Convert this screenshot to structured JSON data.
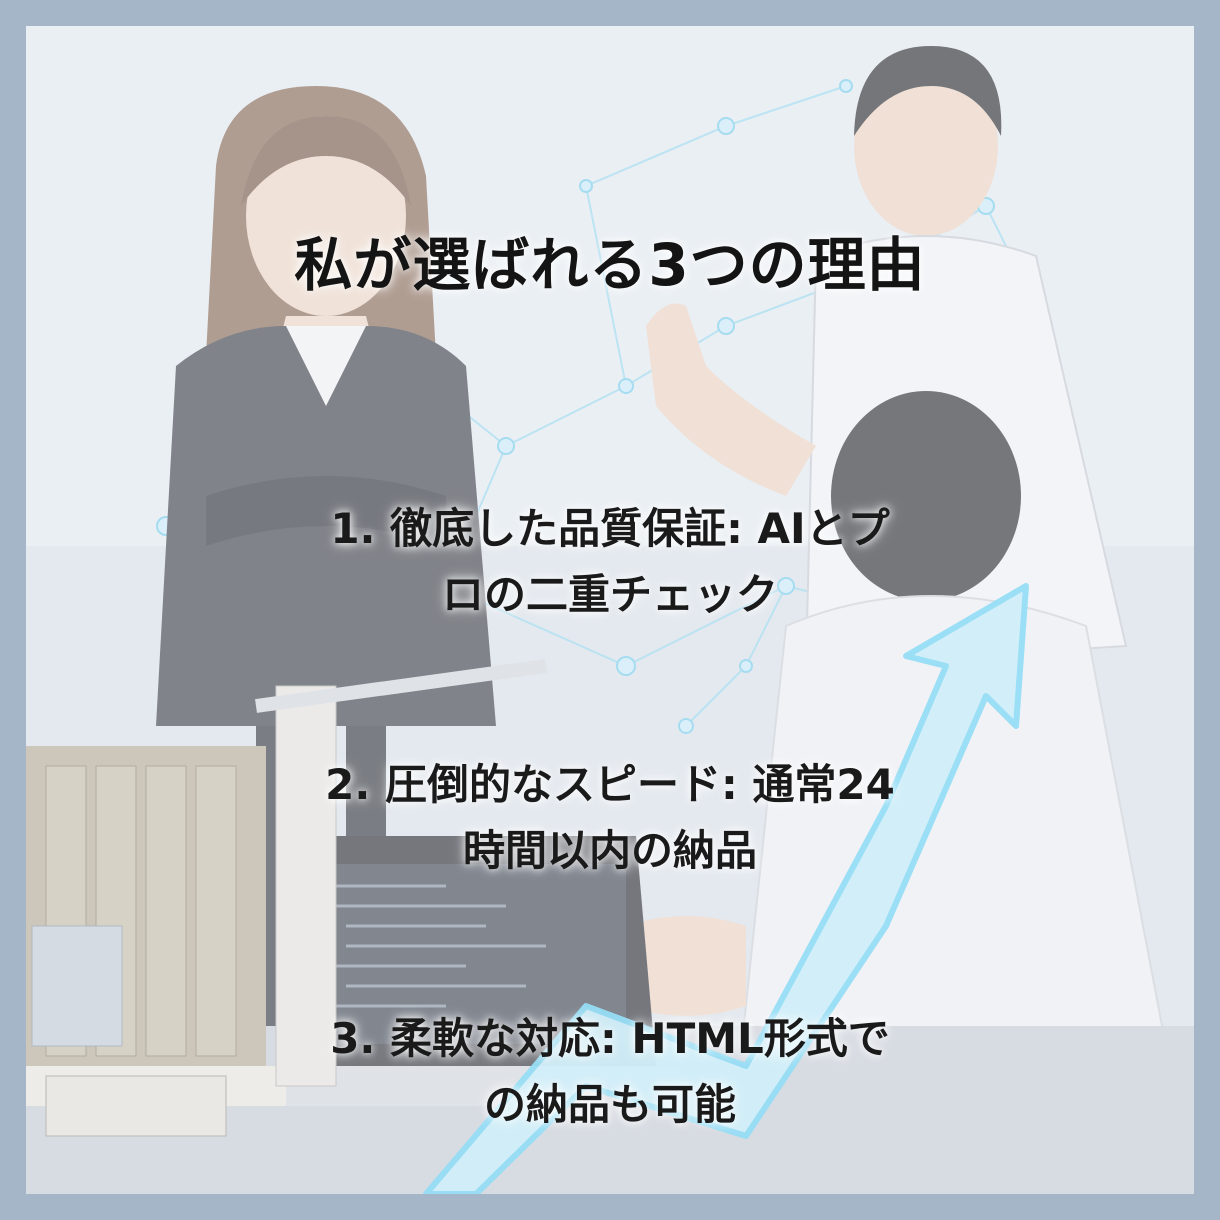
{
  "heading": "私が選ばれる3つの理由",
  "reasons": [
    {
      "line1": "1. 徹底した品質保証: AIとプ",
      "line2": "ロの二重チェック"
    },
    {
      "line1": "2. 圧倒的なスピード: 通常24",
      "line2": "時間以内の納品"
    },
    {
      "line1": "3. 柔軟な対応: HTML形式で",
      "line2": "の納品も可能"
    }
  ],
  "colors": {
    "frame": "#a5b6c9",
    "accent_arrow": "#5fd2f5",
    "network": "#7fd3ee",
    "text": "#141414"
  }
}
